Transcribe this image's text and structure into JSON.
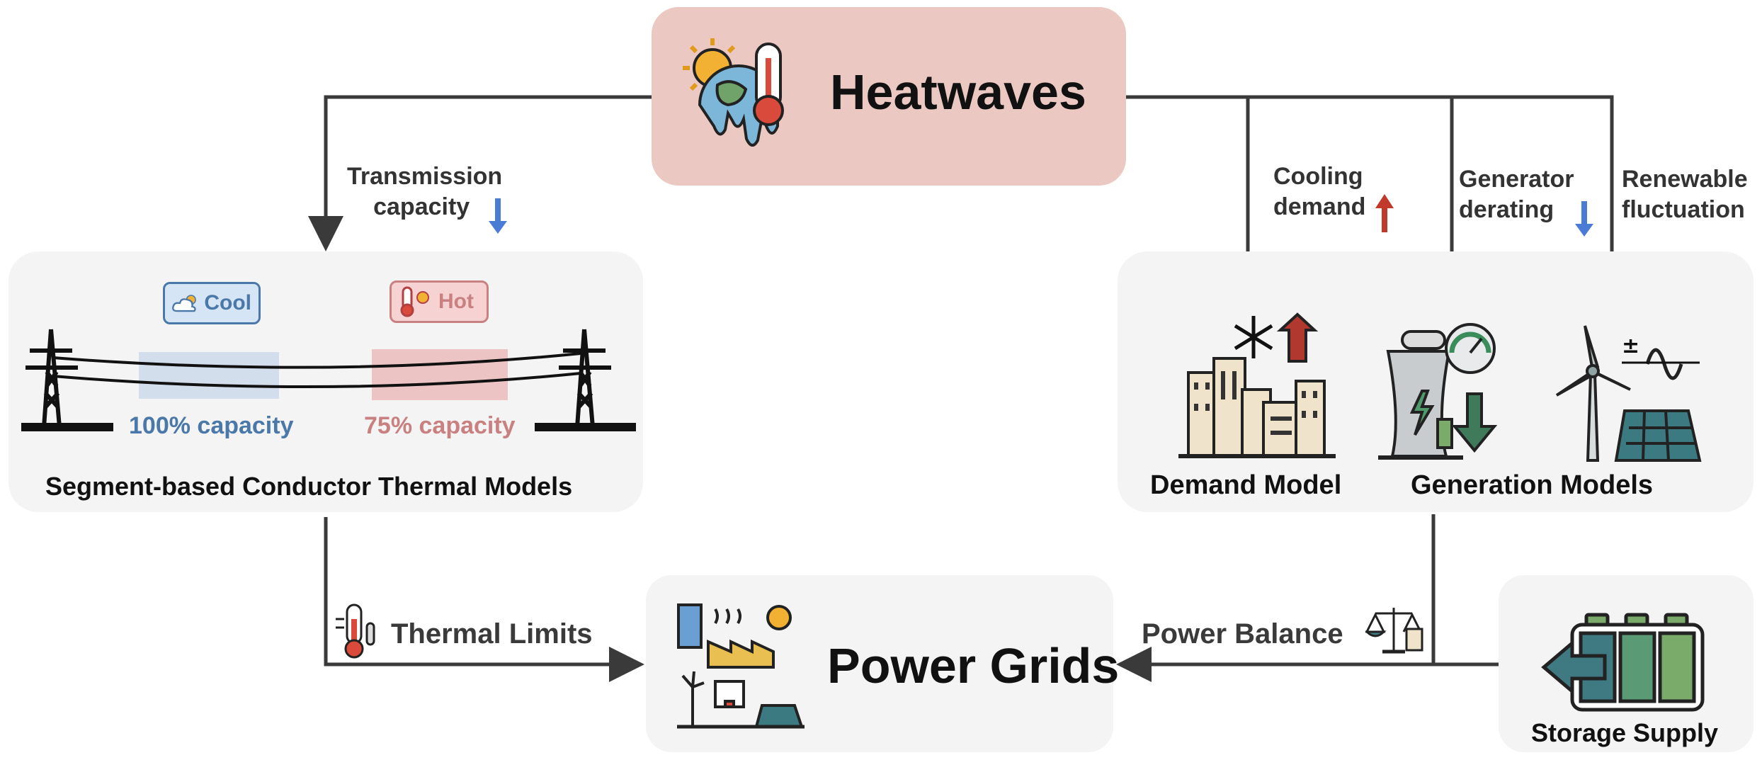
{
  "heatwaves": {
    "title": "Heatwaves"
  },
  "power_grids": {
    "title": "Power Grids"
  },
  "transmission_panel": {
    "title": "Segment-based Conductor Thermal Models",
    "cool_label": "Cool",
    "hot_label": "Hot",
    "cool_capacity": "100% capacity",
    "hot_capacity": "75% capacity"
  },
  "models_panel": {
    "demand_title": "Demand Model",
    "generation_title": "Generation Models"
  },
  "storage_panel": {
    "title": "Storage Supply"
  },
  "edge_labels": {
    "transmission_line1": "Transmission",
    "transmission_line2": "capacity",
    "cooling_line1": "Cooling",
    "cooling_line2": "demand",
    "generator_line1": "Generator",
    "generator_line2": "derating",
    "renewable_line1": "Renewable",
    "renewable_line2": "fluctuation",
    "thermal_limits": "Thermal Limits",
    "power_balance": "Power Balance"
  },
  "colors": {
    "heat_box": "#ecc8c2",
    "panel_bg": "#f4f4f4",
    "cool_blue": "#4a78a8",
    "hot_red": "#c98080",
    "arrow_up_red": "#c0392b",
    "arrow_down_blue": "#4a7cd6",
    "connector": "#3a3a3a"
  },
  "icons": [
    "sun-earth-thermometer-icon",
    "transmission-tower-icon",
    "cloud-sun-icon",
    "thermometer-sun-icon",
    "city-snowflake-icon",
    "power-plant-gauge-icon",
    "wind-solar-icon",
    "battery-icon",
    "thermometer-icon",
    "balance-scale-icon",
    "grid-infrastructure-icon"
  ]
}
